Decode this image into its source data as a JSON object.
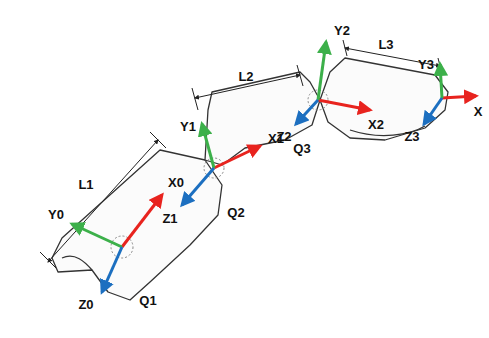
{
  "diagram": {
    "labels": [
      "L1",
      "L2",
      "L3",
      "Y0",
      "X0",
      "Z0",
      "Q1",
      "Y1",
      "X1",
      "Z1",
      "Q2",
      "Y2",
      "X2",
      "Z2",
      "Q3",
      "Y3",
      "X",
      "Z3"
    ]
  }
}
